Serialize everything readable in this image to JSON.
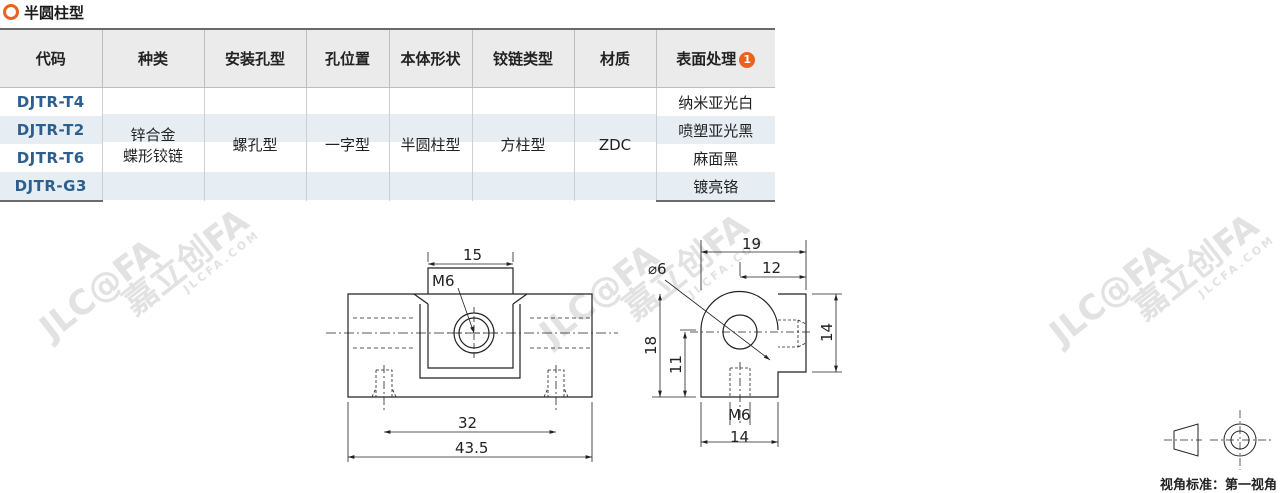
{
  "section": {
    "title": "半圆柱型"
  },
  "table": {
    "headers": [
      "代码",
      "种类",
      "安装孔型",
      "孔位置",
      "本体形状",
      "铰链类型",
      "材质",
      "表面处理"
    ],
    "surface_note_badge": "1",
    "codes": [
      "DJTR-T4",
      "DJTR-T2",
      "DJTR-T6",
      "DJTR-G3"
    ],
    "kind_line1": "锌合金",
    "kind_line2": "蝶形铰链",
    "mount_hole": "螺孔型",
    "hole_position": "一字型",
    "body_shape": "半圆柱型",
    "hinge_type": "方柱型",
    "material": "ZDC",
    "surfaces": [
      "纳米亚光白",
      "喷塑亚光黑",
      "麻面黑",
      "镀亮铬"
    ]
  },
  "watermark": {
    "brand": "嘉立创FA",
    "logo": "JLC@FA",
    "site": "JLCFA.COM"
  },
  "drawing": {
    "front": {
      "width_total": "43.5",
      "hole_pitch": "32",
      "slot_width": "15",
      "thread": "M6"
    },
    "side": {
      "diameter": "⌀6",
      "width_total": "19",
      "offset": "12",
      "height": "18",
      "center_height": "11",
      "right_height": "14",
      "thread": "M6",
      "bottom_width": "14"
    }
  },
  "view_standard": "视角标准：第一视角",
  "colors": {
    "accent": "#e8641e",
    "code_text": "#2d5f8e",
    "row_band": "#e6eef4",
    "header_bg": "#ebebeb"
  }
}
